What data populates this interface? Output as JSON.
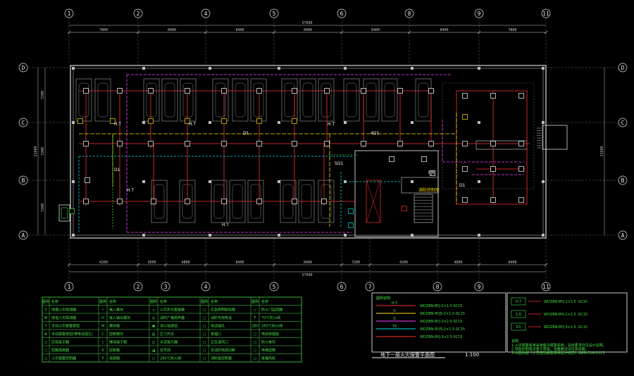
{
  "drawing": {
    "title": "地下一层火灾报警平面图",
    "scale": "1:100"
  },
  "axes": {
    "top": [
      "1",
      "2",
      "4",
      "5",
      "6",
      "8",
      "9",
      "11"
    ],
    "bottom": [
      "1",
      "2",
      "3",
      "4",
      "5",
      "6",
      "7",
      "8",
      "9",
      "11"
    ],
    "left": [
      "D",
      "C",
      "B",
      "A"
    ],
    "right": [
      "D",
      "C",
      "B",
      "A"
    ]
  },
  "dimensions": {
    "top_total": "57600",
    "bottom_total": "57600",
    "left_total": "21600",
    "right_total": "21600",
    "top_segments": [
      "7800",
      "8400",
      "8400",
      "8400",
      "8400",
      "8400",
      "7800"
    ],
    "bottom_segments": [
      "4200",
      "3600",
      "4800",
      "8400",
      "8400",
      "7200",
      "4200",
      "4800",
      "8400"
    ],
    "left_segments": [
      "7200",
      "7200",
      "7200"
    ]
  },
  "plan_labels": {
    "bus_h": "H.T",
    "bus_d": "D1",
    "bus_4d": "4D1",
    "bus_5d": "5D1",
    "fire_control_room": "消防控制室",
    "box_label": "FJK",
    "route_labels": [
      "H.T",
      "H.T",
      "H.T",
      "H.T",
      "H.T",
      "D1",
      "D1"
    ]
  },
  "legend_right": {
    "header": "图例说明",
    "lines": [
      {
        "code": "H.T",
        "desc": "WDZBN-BYJ-2×1.5-SC15",
        "color": "#ff3030"
      },
      {
        "code": "S",
        "desc": "WDZBN-RYJS-2×1.5-SC15",
        "color": "#ffe000"
      },
      {
        "code": "D",
        "desc": "WDZBN-BYJ-2×2.5-SC15",
        "color": "#ff40ff"
      },
      {
        "code": "TX",
        "desc": "WDZBN-RYJS-2×1.5-SC15",
        "color": "#00e0e0"
      },
      {
        "code": "",
        "desc": "WDZBN-BYJ-3×2.5-SC15",
        "color": "#ff3030"
      }
    ],
    "group_rows": [
      {
        "code": "H.T",
        "desc": "WDZBN-BYJ-2×1.5 -SC15"
      },
      {
        "code": "S.D",
        "desc": "WDZBN-BYJ-2×2.5 -SC15"
      },
      {
        "code": "D1",
        "desc": "WDZBN-BYJ-3×1.5 -SC15"
      }
    ],
    "notes_header": "说明",
    "notes": [
      "1.火灾报警系统采用集中报警系统，具体要求详见设计说明。",
      "2.消防控制室设置于首层，线路敷设详见系统图。",
      "3.本图依据《火灾自动报警系统设计规范》GB50116-2013"
    ]
  },
  "symbol_table": {
    "headers": [
      "图例",
      "名称",
      "图例",
      "名称",
      "图例",
      "名称",
      "图例",
      "名称",
      "图例",
      "名称"
    ],
    "rows": [
      [
        "S",
        "感烟火灾探测器",
        "I",
        "输入模块",
        "⌂",
        "火灾声光警报器",
        "□",
        "应急照明配电箱",
        "◇",
        "防火门监控器"
      ],
      [
        "W",
        "感温火灾探测器",
        "O",
        "输入输出模块",
        "◎",
        "消防广播扬声器",
        "□",
        "消防专用电话",
        "F",
        "70℃防火阀"
      ],
      [
        "Y",
        "手动火灾报警按钮",
        "M",
        "模块箱",
        "▣",
        "消火栓按钮",
        "□",
        "电话插孔",
        "280",
        "280℃防火阀"
      ],
      [
        "⊗",
        "手动报警按钮(带电话插孔)",
        "C",
        "控制模块",
        "▤",
        "压力开关",
        "□",
        "排烟口",
        "□",
        "电动排烟窗"
      ],
      [
        "□",
        "区域显示器",
        "J",
        "接线端子箱",
        "◫",
        "水流指示器",
        "□",
        "正压送风口",
        "□",
        "防火卷帘"
      ],
      [
        "□",
        "短路隔离器",
        "K",
        "控制箱",
        "◪",
        "信号阀",
        "□",
        "非消防电源切断",
        "□",
        "电梯迫降"
      ],
      [
        "□",
        "火灾报警控制器",
        "P",
        "电源箱",
        "□",
        "280℃防火阀",
        "□",
        "消防泵控制箱",
        "□",
        "排烟风机"
      ]
    ]
  },
  "colors": {
    "wall": "#d8d8d8",
    "alarm_line": "#ff3030",
    "signal_line": "#ffe000",
    "power_line": "#ff40ff",
    "comm_line": "#00e0e0",
    "legend": "#46e046",
    "axis": "#e8e8e8"
  }
}
